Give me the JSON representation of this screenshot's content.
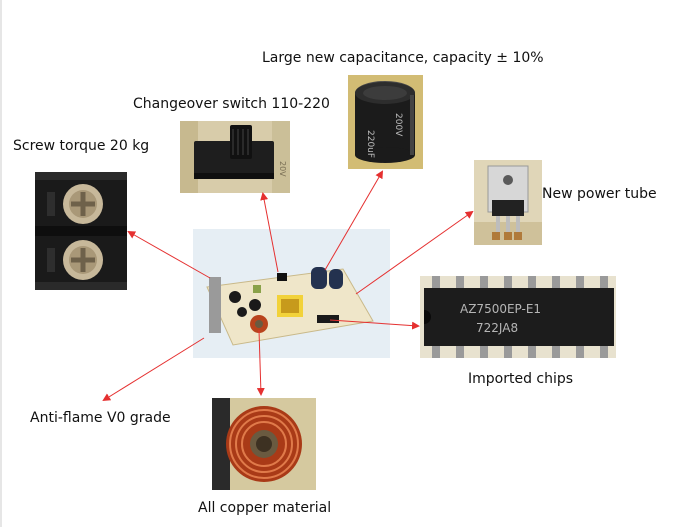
{
  "labels": {
    "capacitor": "Large new capacitance, capacity ± 10%",
    "switch": "Changeover switch 110-220",
    "screw": "Screw torque 20 kg",
    "power_tube": "New power tube",
    "chips": "Imported chips",
    "anti_flame": "Anti-flame V0 grade",
    "copper": "All copper material"
  },
  "printed_text": {
    "capacitor_marking_1": "220uF",
    "capacitor_marking_2": "200V",
    "chip_marking_1": "AZ7500EP-E1",
    "chip_marking_2": "722JA8",
    "switch_marking": "20V"
  },
  "colors": {
    "arrow": "#e53030",
    "pcb": "#efe6c9",
    "capacitor": "#1a1a1a",
    "copper": "#b8431c"
  }
}
